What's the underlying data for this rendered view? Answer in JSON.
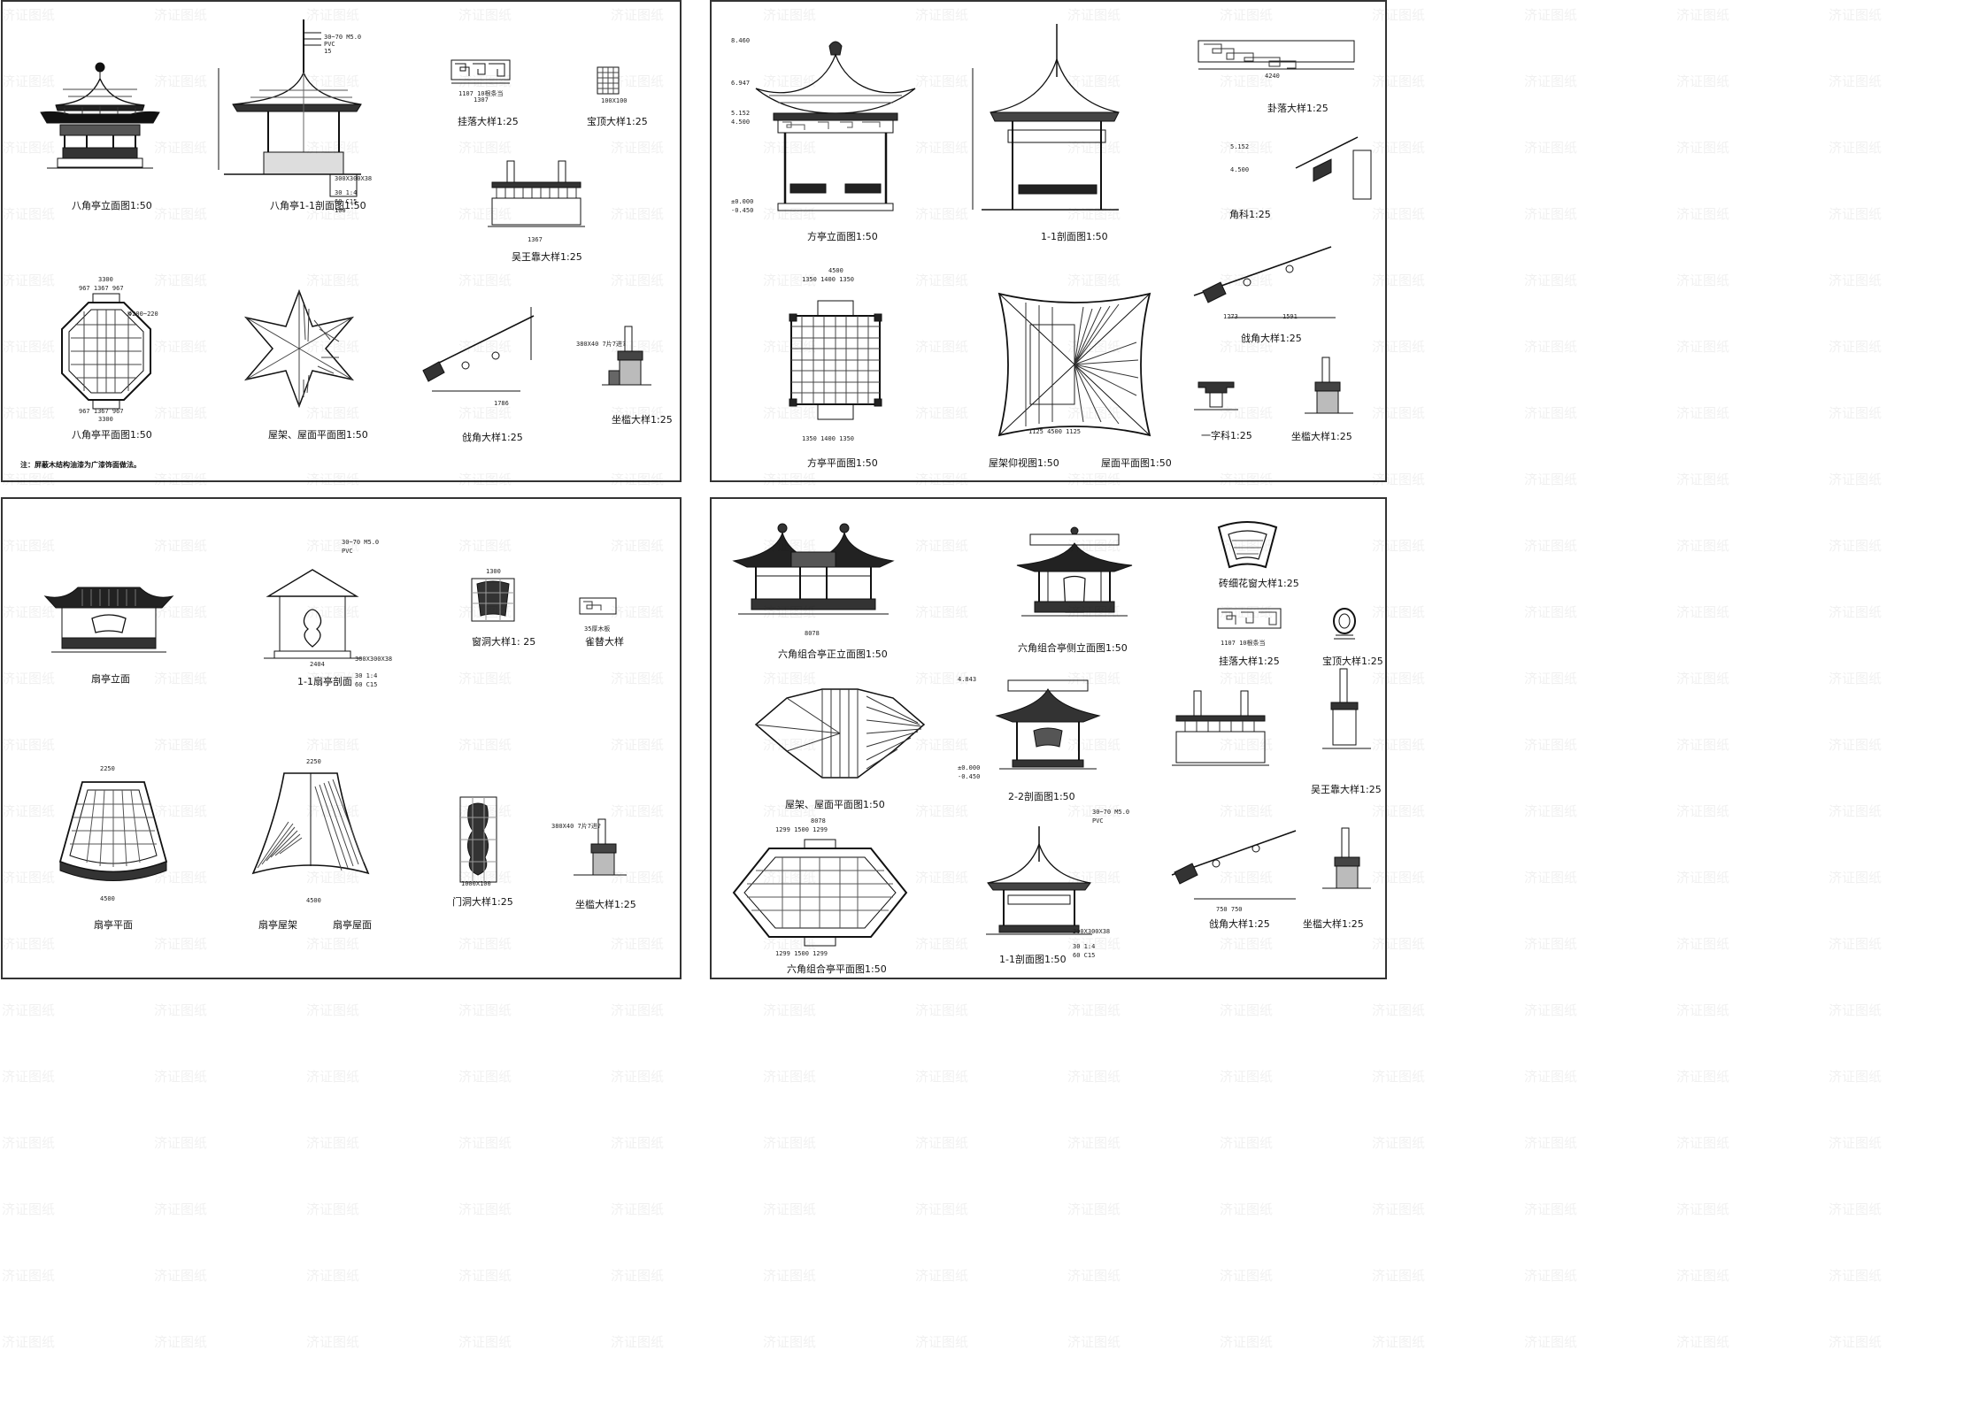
{
  "watermark": "济证图纸",
  "sheets": [
    {
      "id": "octagonal-pavilion",
      "captions": {
        "elevation": "八角亭立面图1:50",
        "section": "八角亭1-1剖面图1:50",
        "hanging_screen": "挂落大样1:25",
        "finial": "宝顶大样1:25",
        "bench_back": "吴王靠大样1:25",
        "plan": "八角亭平面图1:50",
        "roof_plan": "屋架、屋面平面图1:50",
        "eave_corner": "戗角大样1:25",
        "seat": "坐槛大样1:25"
      },
      "note": "注：屏蔽木结构油漆为广漆饰面做法。",
      "dims": {
        "s1": "30~70  M5.0",
        "s2": "PVC",
        "s3": "15",
        "foot1": "300X300X38",
        "foot2": "30  1:4",
        "foot3": "60  C15",
        "foot4": "100",
        "plan_top": "3300",
        "plan_row": "967  1367  967",
        "plan_side": "3300",
        "plan_col": "Φ200~220",
        "hang": "1107  10根条当",
        "hang_w": "1307",
        "finial_w": "100X100",
        "bench_w": "1367",
        "corner": "1786",
        "seat_w": "380X40 7片7进?"
      }
    },
    {
      "id": "square-pavilion",
      "captions": {
        "elevation": "方亭立面图1:50",
        "section": "1-1剖面图1:50",
        "hanging_screen": "卦落大样1:25",
        "bracket": "角科1:25",
        "plan": "方亭平面图1:50",
        "roof_reflected": "屋架仰视图1:50",
        "roof_plan": "屋面平面图1:50",
        "eave_corner": "戗角大样1:25",
        "single_bracket": "一字科1:25",
        "seat": "坐槛大样1:25"
      },
      "dims": {
        "h1": "8.460",
        "h2": "6.947",
        "h3": "5.152",
        "h4": "4.500",
        "h5": "±0.000",
        "h6": "-0.450",
        "plan_w": "4500",
        "plan_seg": "1350  1400  1350",
        "roof_w": "1125  4500  1125",
        "bracket_a": "5.152",
        "bracket_b": "4.500",
        "corner_a": "1273",
        "corner_b": "1591",
        "hang_w": "4240"
      }
    },
    {
      "id": "fan-pavilion",
      "captions": {
        "elevation": "扇亭立面",
        "section": "1-1扇亭剖面",
        "window": "窗洞大样1: 25",
        "bracket": "雀替大样",
        "plan": "扇亭平面",
        "roof_frame": "扇亭屋架",
        "roof": "扇亭屋面",
        "door": "门洞大样1:25",
        "seat": "坐槛大样1:25"
      },
      "dims": {
        "top": "2250",
        "bottom": "4500",
        "sec_w": "2404",
        "win_w": "1300",
        "door_w": "1000X100",
        "bracket": "35厚木板"
      }
    },
    {
      "id": "hexagonal-combined-pavilion",
      "captions": {
        "front_elevation": "六角组合亭正立面图1:50",
        "side_elevation": "六角组合亭侧立面图1:50",
        "brick_window": "砖细花窗大样1:25",
        "hanging_screen": "挂落大样1:25",
        "finial": "宝顶大样1:25",
        "roof_plan": "屋架、屋面平面图1:50",
        "section_2": "2-2剖面图1:50",
        "bench_back": "吴王靠大样1:25",
        "plan": "六角组合亭平面图1:50",
        "section_1": "1-1剖面图1:50",
        "eave_corner": "戗角大样1:25",
        "seat": "坐槛大样1:25"
      },
      "dims": {
        "front_w": "8078",
        "plan_w": "8078",
        "plan_seg": "1299  1500  1299",
        "sec_h1": "4.843",
        "sec_h2": "±0.000",
        "sec_h3": "-0.450",
        "corner": "750  750"
      }
    }
  ]
}
